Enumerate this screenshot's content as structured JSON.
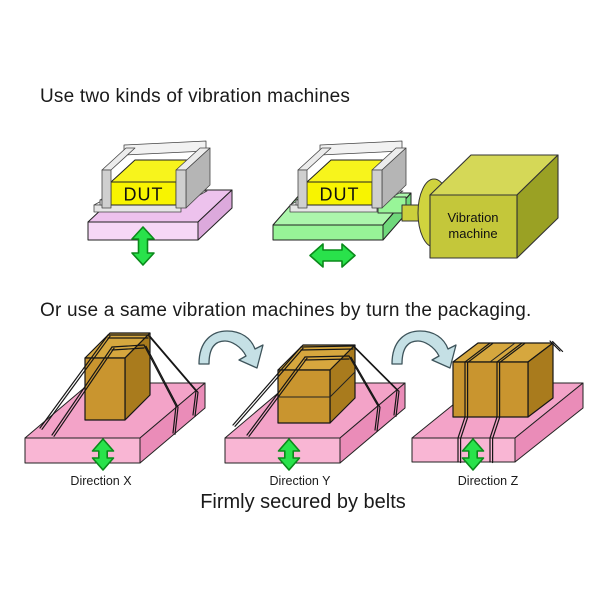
{
  "sections": {
    "two_machines": {
      "title": "Use two kinds of vibration machines",
      "vertical_shaker": {
        "dut_label": "DUT"
      },
      "horizontal_shaker": {
        "dut_label": "DUT",
        "machine_label_line1": "Vibration",
        "machine_label_line2": "machine"
      }
    },
    "turn_packaging": {
      "title": "Or use a same vibration machines by turn the packaging.",
      "directions": [
        {
          "label": "Direction X"
        },
        {
          "label": "Direction Y"
        },
        {
          "label": "Direction Z"
        }
      ],
      "caption": "Firmly secured by belts"
    }
  },
  "icons": {
    "vertical_double_arrow": "up-down vibration direction",
    "horizontal_double_arrow": "left-right vibration direction",
    "rotation_arrow": "turn packaging over"
  },
  "colors": {
    "arrow_green": "#29e24b",
    "arrow_green_outline": "#0b8a1b",
    "rotation_arrow_blue": "#c5e0e5",
    "dut_yellow": "#f8f400",
    "fixture_gray": "#cfcfcf",
    "violet_platform": "#edc2ed",
    "green_slip_table": "#97f497",
    "vibration_machine_olive": "#c4c73a",
    "packaging_brown": "#c9952f",
    "pink_platform": "#f3a3c8",
    "belt_black": "#161616",
    "text": "#1a1a1a"
  }
}
